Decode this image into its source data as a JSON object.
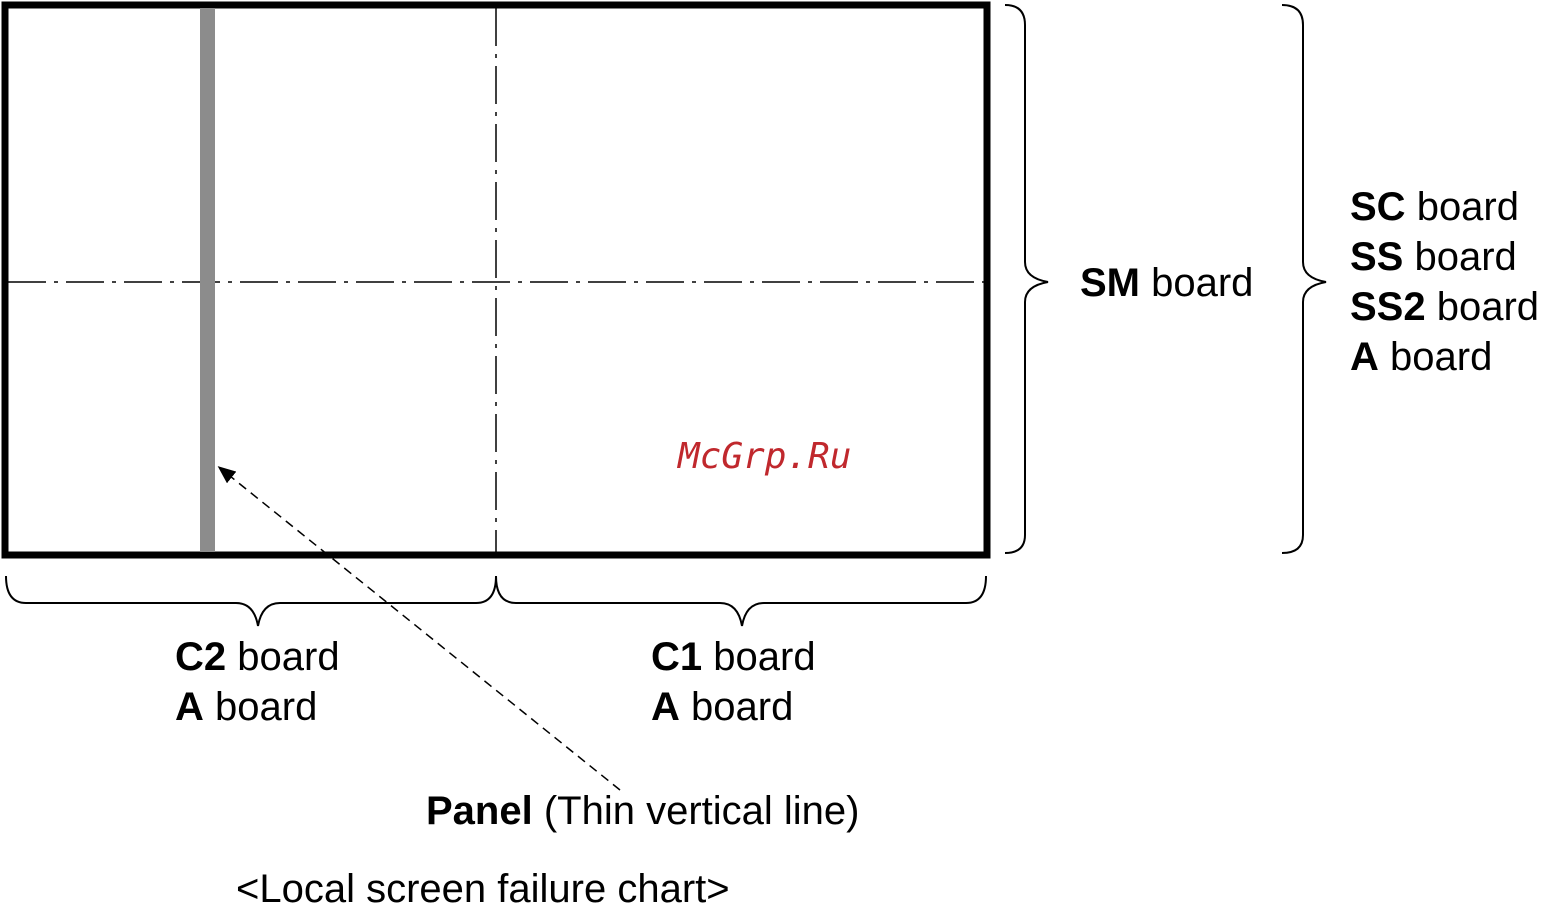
{
  "diagram": {
    "caption": "<Local screen failure chart>",
    "right_group": {
      "main": {
        "bold": "SM",
        "rest": " board"
      },
      "outer": [
        {
          "bold": "SC",
          "rest": " board"
        },
        {
          "bold": "SS",
          "rest": " board"
        },
        {
          "bold": "SS2",
          "rest": " board"
        },
        {
          "bold": "A",
          "rest": " board"
        }
      ]
    },
    "bottom_left": [
      {
        "bold": "C2",
        "rest": " board"
      },
      {
        "bold": "A",
        "rest": " board"
      }
    ],
    "bottom_right": [
      {
        "bold": "C1",
        "rest": " board"
      },
      {
        "bold": "A",
        "rest": " board"
      }
    ],
    "pointer_label": {
      "bold": "Panel",
      "rest": " (Thin vertical line)"
    },
    "watermark": "McGrp.Ru",
    "colors": {
      "frame": "#000000",
      "fault_line": "#8c8c8c",
      "watermark": "#c0282d"
    }
  }
}
